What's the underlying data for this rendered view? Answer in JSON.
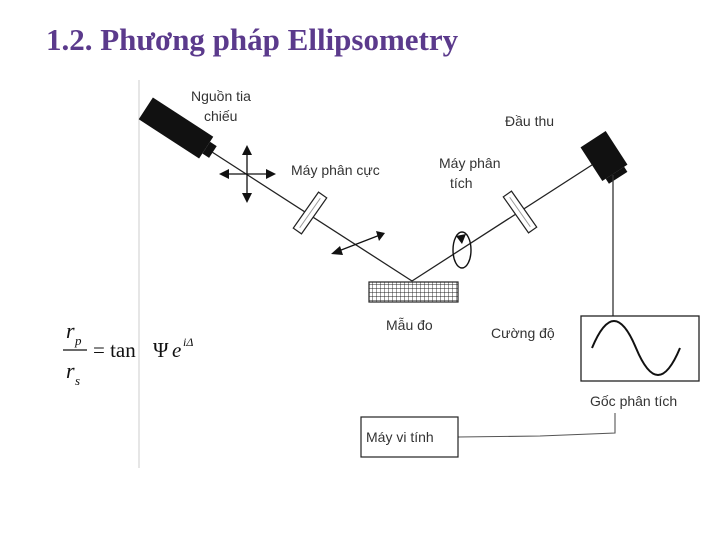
{
  "slide": {
    "title": "1.2. Phương pháp Ellipsometry"
  },
  "labels": {
    "source_line1": "Nguồn tia",
    "source_line2": "chiếu",
    "polarizer": "Máy phân cực",
    "analyzer_line1": "Máy phân",
    "analyzer_line2": "tích",
    "detector": "Đầu thu",
    "sample": "Mẫu đo",
    "intensity": "Cường độ",
    "analysis_angle": "Gốc phân tích",
    "computer": "Máy vi tính"
  },
  "formula": {
    "numerator": "r",
    "numerator_sub": "p",
    "equals": "= tan",
    "psi": "Ψ",
    "e": "e",
    "exponent": "iΔ",
    "denominator": "r",
    "denominator_sub": "s"
  },
  "colors": {
    "title": "#5b3a8c",
    "ink": "#111111"
  }
}
